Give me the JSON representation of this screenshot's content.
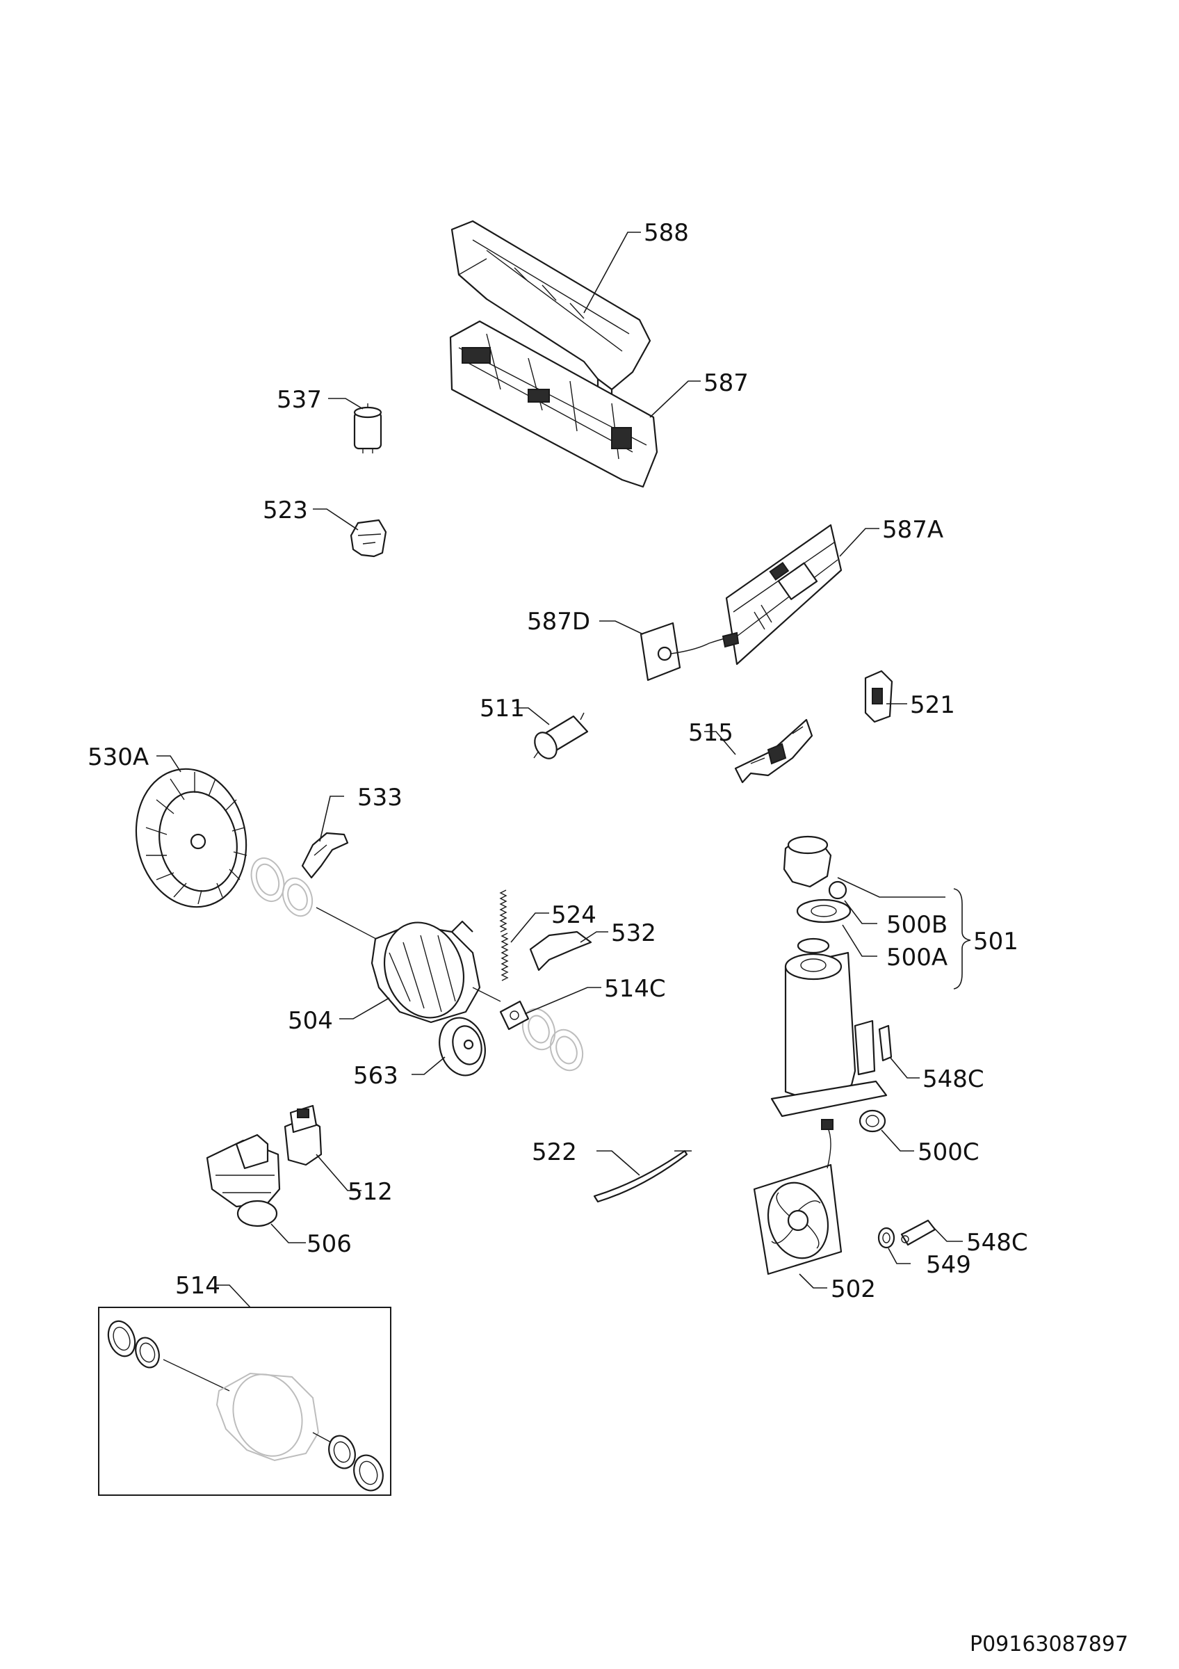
{
  "document_id": "P09163087897",
  "parts": {
    "p588": "588",
    "p587": "587",
    "p537": "537",
    "p523": "523",
    "p587A": "587A",
    "p587D": "587D",
    "p511": "511",
    "p521": "521",
    "p515": "515",
    "p530A": "530A",
    "p533": "533",
    "p524": "524",
    "p532": "532",
    "p514C": "514C",
    "p504": "504",
    "p563": "563",
    "p500B": "500B",
    "p500A": "500A",
    "p501": "501",
    "p548C_a": "548C",
    "p500C": "500C",
    "p522": "522",
    "p512": "512",
    "p506": "506",
    "p548C_b": "548C",
    "p549": "549",
    "p502": "502",
    "p514": "514"
  }
}
